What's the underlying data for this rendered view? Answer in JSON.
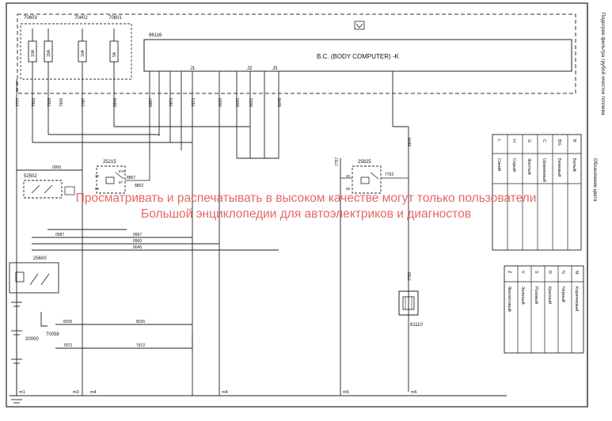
{
  "components": {
    "fuse_boxes": [
      "70603",
      "70402",
      "70601"
    ],
    "relays": [
      "25215",
      "25825",
      "25600"
    ],
    "switch": "52502",
    "heater": "61110",
    "sensor": "70058",
    "battery": "20000",
    "body_computer_ref": "86116",
    "body_computer_label": "B.C. (BODY COMPUTER)  -K"
  },
  "fuse_ratings": [
    "10A",
    "15A",
    "10A",
    "5A"
  ],
  "connectors": {
    "top": [
      "J1",
      "J2",
      "J3"
    ],
    "relay_pins": [
      "30",
      "87",
      "87a",
      "86",
      "85"
    ],
    "ground_marks": [
      "m1",
      "m3",
      "m4",
      "m5",
      "m6"
    ]
  },
  "wires": [
    "7777",
    "7902",
    "7905",
    "7906",
    "7787",
    "8848",
    "8887",
    "7870",
    "7972",
    "0000",
    "8033",
    "8021",
    "8045",
    "0967",
    "0900",
    "0587",
    "8035",
    "7972",
    "8867",
    "8802",
    "7753",
    "7757",
    "8846"
  ],
  "title_side": "Подогрев фильтра грубой очистки топлива",
  "legend1": {
    "title": "Обозначение цвета",
    "rows": [
      {
        "code": "B",
        "name": "Белый"
      },
      {
        "code": "BG",
        "name": "Бежевый"
      },
      {
        "code": "C",
        "name": "Оранжевый"
      },
      {
        "code": "G",
        "name": "Желтый"
      },
      {
        "code": "H",
        "name": "Серый"
      },
      {
        "code": "L",
        "name": "Синий"
      }
    ]
  },
  "legend2": {
    "rows": [
      {
        "code": "M",
        "name": "Коричневый"
      },
      {
        "code": "N",
        "name": "Черный"
      },
      {
        "code": "R",
        "name": "Красный"
      },
      {
        "code": "S",
        "name": "Розовый"
      },
      {
        "code": "V",
        "name": "Зеленый"
      },
      {
        "code": "Z",
        "name": "Фиолетовый"
      }
    ]
  },
  "watermark": {
    "line1": "Просматривать и распечатывать в высоком качестве могут только пользователи",
    "line2": "Большой энциклопедии для автоэлектриков и диагностов"
  }
}
